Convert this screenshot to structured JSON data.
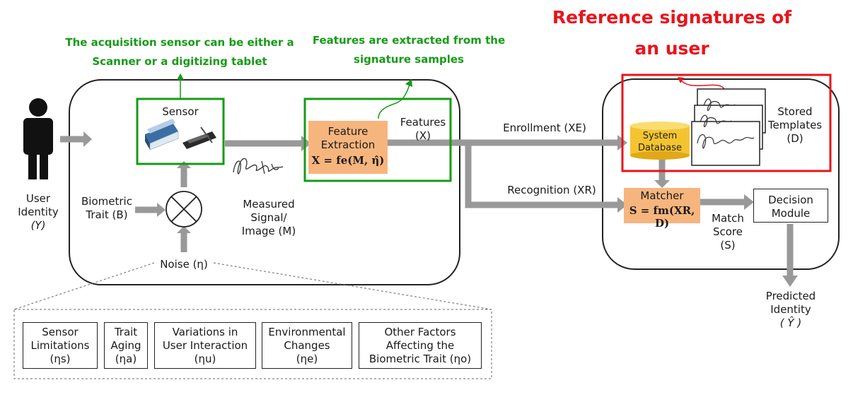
{
  "annotations": {
    "sensor_note": [
      "The acquisition sensor can be either a",
      "Scanner or a digitizing tablet"
    ],
    "features_note": [
      "Features are extracted from the",
      "signature samples"
    ],
    "reference_note": [
      "Reference signatures of",
      "an user"
    ]
  },
  "labels": {
    "user_identity": [
      "User",
      "Identity",
      "(Y)"
    ],
    "sensor": "Sensor",
    "biometric_trait": [
      "Biometric",
      "Trait (B)"
    ],
    "noise": "Noise (η)",
    "measured": [
      "Measured",
      "Signal/",
      "Image (M)"
    ],
    "feature_extraction": [
      "Feature",
      "Extraction"
    ],
    "feature_formula": "X = fe(M, η̂)",
    "features": [
      "Features",
      "(X)"
    ],
    "enrollment": "Enrollment (XE)",
    "recognition": "Recognition (XR)",
    "system_database": [
      "System",
      "Database"
    ],
    "stored_templates": [
      "Stored",
      "Templates",
      "(D)"
    ],
    "matcher": "Matcher",
    "matcher_formula": "S = fm(XR, D)",
    "match_score": [
      "Match",
      "Score",
      "(S)"
    ],
    "decision_module": [
      "Decision",
      "Module"
    ],
    "predicted_identity": [
      "Predicted",
      "Identity",
      "( Ŷ )"
    ]
  },
  "noise_factors": [
    {
      "lines": [
        "Sensor",
        "Limitations",
        "(ηs)"
      ]
    },
    {
      "lines": [
        "Trait",
        "Aging",
        "(ηa)"
      ]
    },
    {
      "lines": [
        "Variations in",
        "User Interaction",
        "(ηu)"
      ]
    },
    {
      "lines": [
        "Environmental",
        "Changes",
        "(ηe)"
      ]
    },
    {
      "lines": [
        "Other Factors",
        "Affecting the",
        "Biometric Trait (ηo)"
      ]
    }
  ],
  "colors": {
    "green": "#169b16",
    "red": "#e8141c",
    "orange": "#f7b57e",
    "arrow_gray": "#999999",
    "db_yellow": "#f4c430"
  }
}
